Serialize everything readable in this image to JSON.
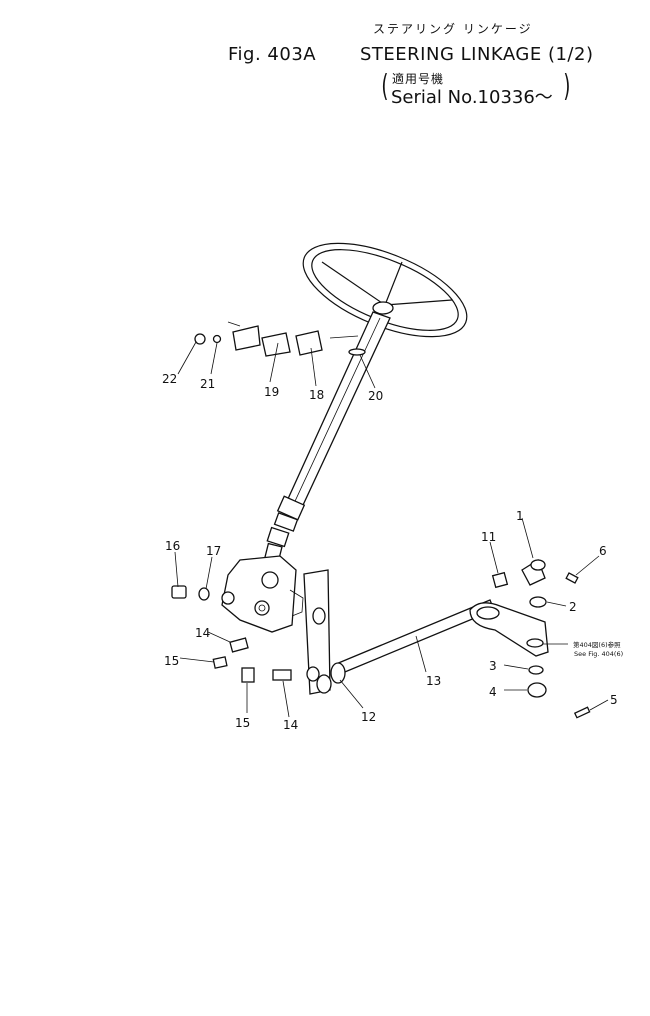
{
  "header": {
    "figure_number": "Fig. 403A",
    "title_jp": "ステアリング リンケージ",
    "title_en": "STEERING LINKAGE (1/2)",
    "serial_jp": "適用号機",
    "serial_en": "Serial No.10336～"
  },
  "callouts": [
    "1",
    "2",
    "3",
    "4",
    "5",
    "6",
    "11",
    "12",
    "13",
    "14",
    "14",
    "15",
    "15",
    "16",
    "17",
    "18",
    "19",
    "20",
    "21",
    "22"
  ],
  "reference_note": {
    "line_jp": "第404図(6)参照",
    "line_en": "See Fig. 404(6)"
  }
}
